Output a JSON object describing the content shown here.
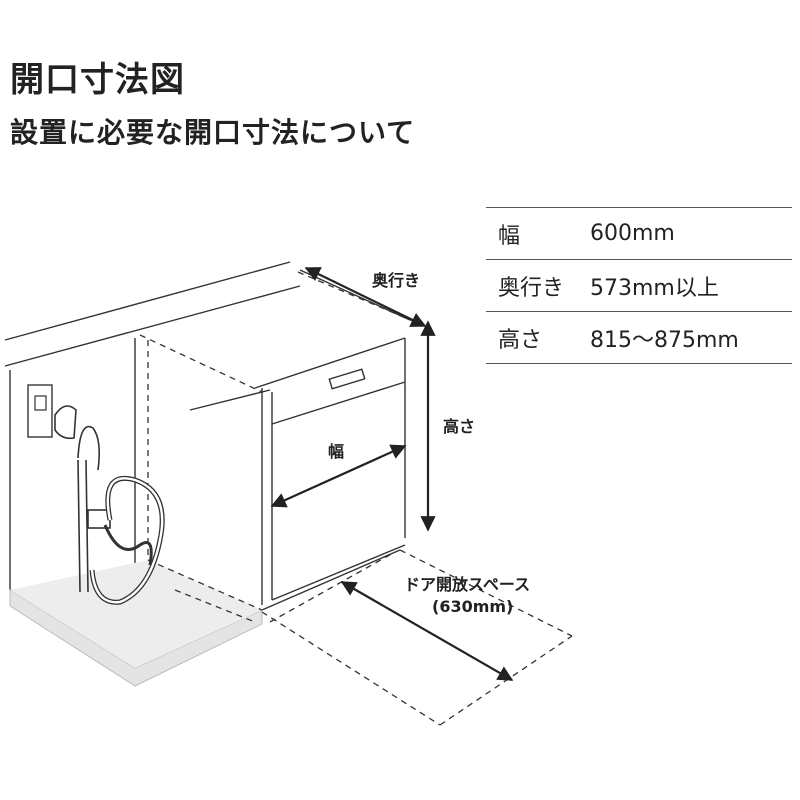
{
  "title": "開口寸法図",
  "subtitle": "設置に必要な開口寸法について",
  "specs": [
    {
      "label": "幅",
      "value": "600mm"
    },
    {
      "label": "奥行き",
      "value": "573mm以上"
    },
    {
      "label": "高さ",
      "value": "815〜875mm"
    }
  ],
  "diagram": {
    "depth_label": "奥行き",
    "height_label": "高さ",
    "width_label": "幅",
    "door_space_label": "ドア開放スペース",
    "door_space_value": "(630mm)"
  },
  "colors": {
    "line": "#333333",
    "floor": "#e4e4e4",
    "floor_edge": "#bdbdbd"
  }
}
